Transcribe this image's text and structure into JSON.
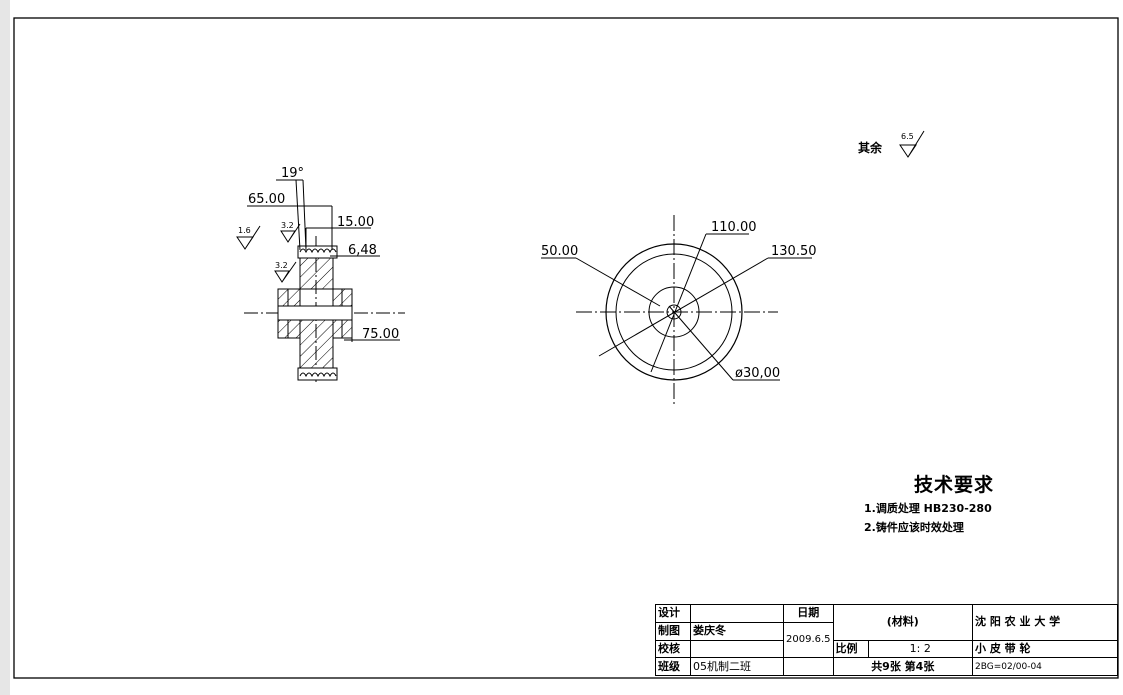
{
  "drawing": {
    "side_view": {
      "dimensions": {
        "angle": "19°",
        "dia1": "65.00",
        "d15": "15.00",
        "d648": "6,48",
        "d75": "75.00"
      },
      "roughness": {
        "r16": "1.6",
        "r32a": "3.2",
        "r32b": "3.2"
      }
    },
    "front_view": {
      "dimensions": {
        "d50": "50.00",
        "d110": "110.00",
        "d130": "130.50",
        "phi30": "ø30,00"
      }
    },
    "general_roughness": {
      "label": "其余",
      "value": "6.5"
    }
  },
  "tech_requirements": {
    "title": "技术要求",
    "items": [
      "1.调质处理 HB230-280",
      "2.铸件应该时效处理"
    ]
  },
  "title_block": {
    "design_label": "设计",
    "draw_label": "制图",
    "check_label": "校核",
    "class_label": "班级",
    "date_label": "日期",
    "drafter": "娄庆冬",
    "date": "2009.6.5",
    "class_name": "05机制二班",
    "material": "(材料)",
    "scale_label": "比例",
    "scale": "1: 2",
    "sheets": "共9张 第4张",
    "school": "沈 阳 农 业 大 学",
    "part_name": "小 皮 带 轮",
    "drawing_no": "2BG=02/00-04"
  }
}
